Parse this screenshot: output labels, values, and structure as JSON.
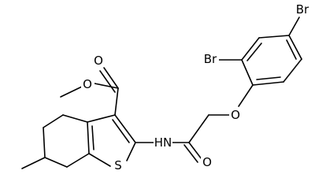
{
  "molecule": {
    "atoms": {
      "O_carbonyl_ester": "O",
      "O_ester": "O",
      "N_amide": "HN",
      "S_ring": "S",
      "O_carbonyl_amide": "O",
      "O_ether": "O",
      "Br_ortho": "Br",
      "Br_para": "Br"
    }
  }
}
